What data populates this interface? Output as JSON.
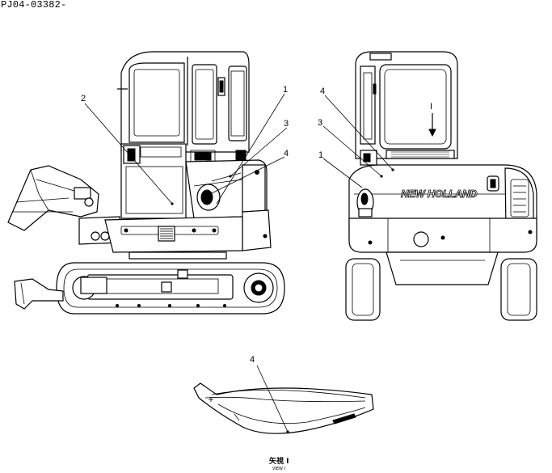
{
  "document_code": "PJ04-03382-",
  "side_view": {
    "callouts": [
      {
        "id": "c2",
        "label": "2"
      },
      {
        "id": "c1",
        "label": "1"
      },
      {
        "id": "c3",
        "label": "3"
      },
      {
        "id": "c4",
        "label": "4"
      }
    ]
  },
  "rear_view": {
    "brand_text": "NEW HOLLAND",
    "arrow_label": "I",
    "callouts": [
      {
        "id": "c4",
        "label": "4"
      },
      {
        "id": "c3",
        "label": "3"
      },
      {
        "id": "c1",
        "label": "1"
      }
    ]
  },
  "detail_view": {
    "callout": "4",
    "caption_jp": "矢視 I",
    "caption_en": "VIEW I"
  }
}
